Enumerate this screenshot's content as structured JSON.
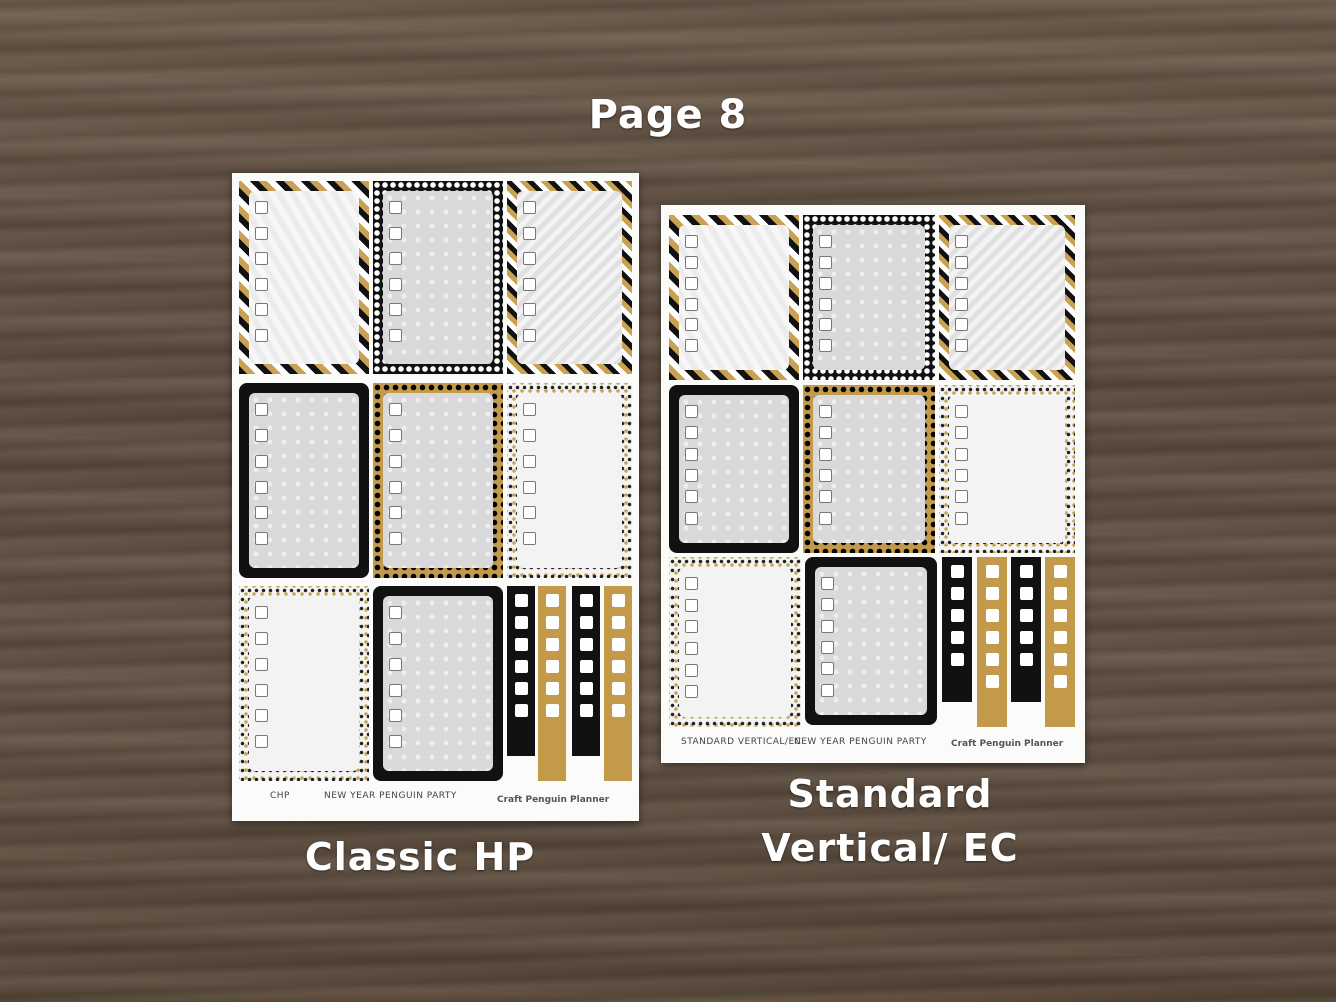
{
  "photo": {
    "title": "Page 8",
    "captions": {
      "left": "Classic HP",
      "right_line1": "Standard",
      "right_line2": "Vertical/ EC"
    }
  },
  "left_sheet": {
    "label_size": "CHP",
    "label_theme": "NEW YEAR PENGUIN PARTY",
    "brand": "Craft Penguin Planner"
  },
  "right_sheet": {
    "label_size": "STANDARD VERTICAL/EC",
    "label_theme": "NEW YEAR PENGUIN PARTY",
    "brand": "Craft Penguin Planner"
  },
  "colors": {
    "gold": "#c29a4a",
    "black": "#111111",
    "gray": "#d9d9dc",
    "paper": "#fbfbfa"
  }
}
